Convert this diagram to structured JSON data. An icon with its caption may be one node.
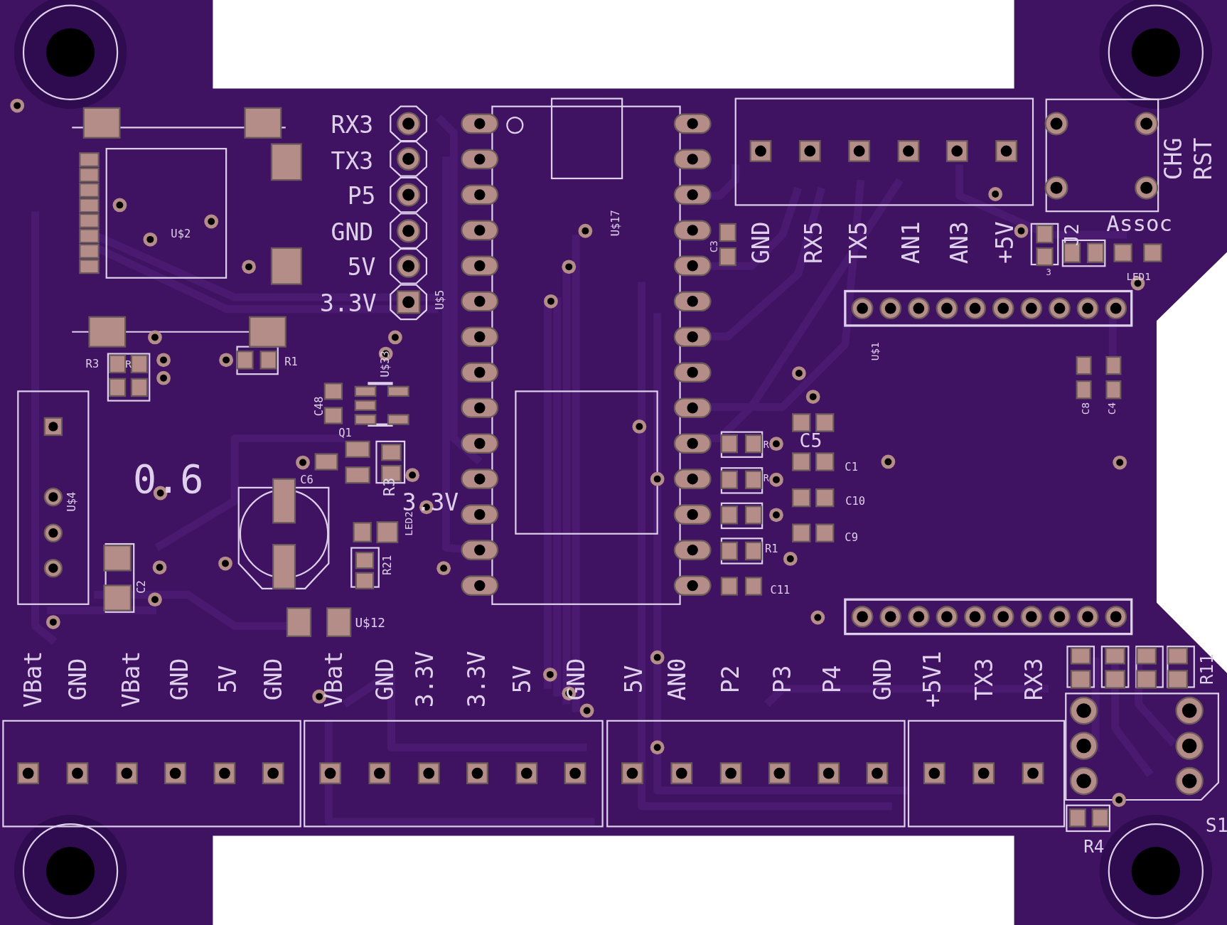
{
  "diagram": {
    "labels": [
      "RX3",
      "TX3",
      "P5",
      "GND",
      "5V",
      "3.3V",
      "U$5",
      "U$17",
      "C3",
      "GND",
      "RX5",
      "TX5",
      "AN1",
      "AN3",
      "+5V",
      "3",
      "J2",
      "CHG",
      "RST",
      "Assoc",
      "LED1",
      "U$2",
      "U$1",
      "R3",
      "R",
      "R1",
      "U$33",
      "C48",
      "Q1",
      "C5",
      "R",
      "C1",
      "R",
      "C10",
      "C9",
      "R1",
      "C11",
      "0.6",
      "C6",
      "U$4",
      "R3",
      "3.3V",
      "LED2",
      "R21",
      "C2",
      "U$12",
      "C8",
      "C4",
      "R11",
      "S1",
      "R4",
      "VBat",
      "GND",
      "VBat",
      "GND",
      "5V",
      "GND",
      "VBat",
      "GND",
      "3.3V",
      "3.3V",
      "5V",
      "GND",
      "5V",
      "AN0",
      "P2",
      "P3",
      "P4",
      "GND",
      "+5V1",
      "TX3",
      "RX3"
    ]
  }
}
